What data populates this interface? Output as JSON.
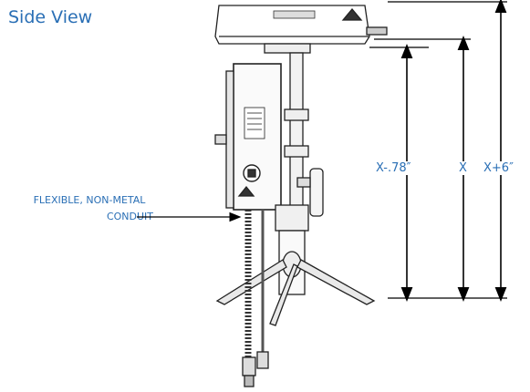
{
  "title": "Side View",
  "callout": {
    "line1": "FLEXIBLE, NON-METAL",
    "line2": "CONDUIT"
  },
  "dimensions": {
    "inner": "X-.78″",
    "middle": "X",
    "outer": "X+6″"
  },
  "colors": {
    "label_blue": "#2a6fb5",
    "line_black": "#000000"
  }
}
